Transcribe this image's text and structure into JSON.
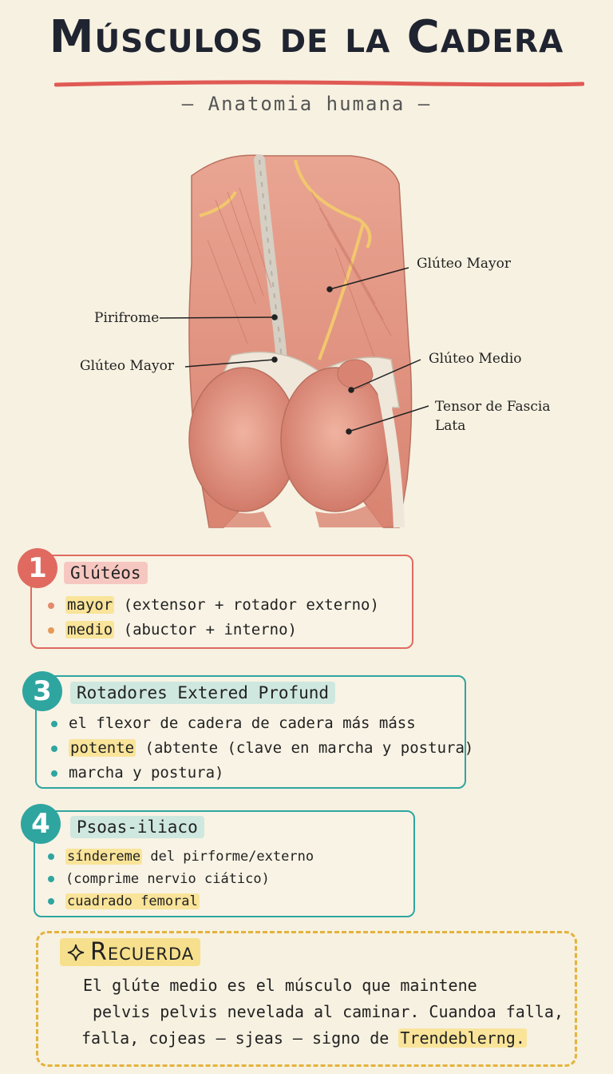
{
  "title": "Músculos de la Cadera",
  "subtitle": "— Anatomia humana —",
  "figure": {
    "labels": {
      "gluteo_mayor_right": "Glúteo Mayor",
      "piriforme": "Pirifrome",
      "gluteo_mayor_left": "Glúteo Mayor",
      "gluteo_medio": "Glúteo Medio",
      "tensor_1": "Tensor de Fascia",
      "tensor_2": "Lata"
    }
  },
  "cards": [
    {
      "number": "1",
      "title": "Glútéos",
      "color": "#e06a60",
      "items": [
        {
          "hl": "mayor",
          "rest": " (extensor + rotador externo)",
          "dot": "#e58a6c"
        },
        {
          "hl": "medio",
          "rest": " (abuctor + interno)",
          "dot": "#e58a6c"
        }
      ]
    },
    {
      "number": "3",
      "title": "Rotadores Extered Profund",
      "color": "#2fa5a0",
      "items": [
        {
          "hl": "",
          "rest": "el flexor de cadera de cadera más máss",
          "dot": "#2fa5a0"
        },
        {
          "hl": "potente",
          "rest": " (abtente (clave en marcha y postura)",
          "dot": "#2fa5a0"
        },
        {
          "hl": "",
          "rest": "marcha y postura)",
          "dot": "#2fa5a0"
        }
      ]
    },
    {
      "number": "4",
      "title": "Psoas-iliaco",
      "color": "#2fa5a0",
      "items": [
        {
          "hl": "síndereme",
          "rest": " del pirforme/externo",
          "dot": "#2fa5a0"
        },
        {
          "hl": "",
          "rest": "(comprime nervio ciático)",
          "dot": "#2fa5a0"
        },
        {
          "hl": "cuadrado femoral",
          "rest": "",
          "dot": "#2fa5a0"
        }
      ]
    }
  ],
  "recuerda": {
    "icon": "sparkle-icon",
    "title": "Recuerda",
    "line1": "El glúte medio es el músculo que maintene",
    "line2": "pelvis pelvis nevelada al caminar. Cuandoa falla,",
    "line3_a": "falla, cojeas – sjeas – signo de ",
    "line3_hl": "Trendeblerng."
  }
}
